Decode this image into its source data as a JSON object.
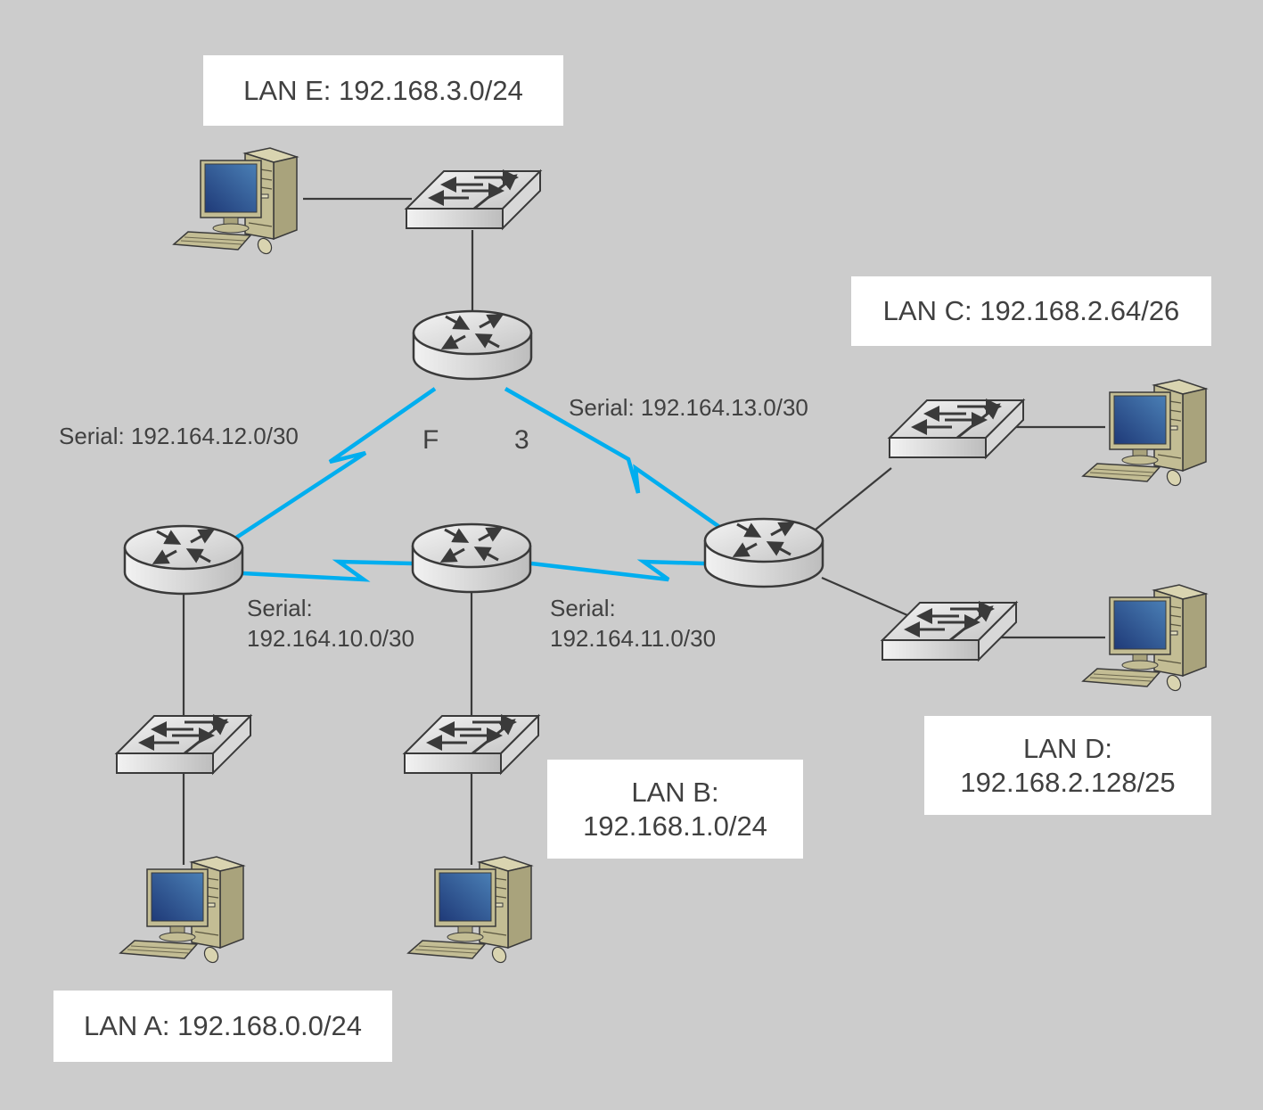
{
  "title": "Network topology diagram",
  "colors": {
    "background": "#cccccc",
    "serial_link": "#00aeef",
    "ethernet_link": "#3a3a3a",
    "text": "#404040",
    "label_box": "#ffffff"
  },
  "lans": [
    {
      "id": "A",
      "lines": [
        "LAN A: 192.168.0.0/24"
      ]
    },
    {
      "id": "B",
      "lines": [
        "LAN B:",
        "192.168.1.0/24"
      ]
    },
    {
      "id": "C",
      "lines": [
        "LAN C: 192.168.2.64/26"
      ]
    },
    {
      "id": "D",
      "lines": [
        "LAN D:",
        "192.168.2.128/25"
      ]
    },
    {
      "id": "E",
      "lines": [
        "LAN E: 192.168.3.0/24"
      ]
    }
  ],
  "serial_links": [
    {
      "between": [
        "R-left",
        "R-top"
      ],
      "lines": [
        "Serial: 192.164.12.0/30"
      ]
    },
    {
      "between": [
        "R-top",
        "R-right"
      ],
      "lines": [
        "Serial: 192.164.13.0/30"
      ]
    },
    {
      "between": [
        "R-left",
        "R-middle"
      ],
      "lines": [
        "Serial:",
        "192.164.10.0/30"
      ]
    },
    {
      "between": [
        "R-middle",
        "R-right"
      ],
      "lines": [
        "Serial:",
        "192.164.11.0/30"
      ]
    }
  ],
  "router_labels": [
    "F",
    "3"
  ],
  "devices": {
    "routers": [
      "R-top",
      "R-left",
      "R-middle",
      "R-right"
    ],
    "switches": [
      "SW-E",
      "SW-A",
      "SW-B",
      "SW-C",
      "SW-D"
    ],
    "pcs": [
      "PC-E",
      "PC-A",
      "PC-B",
      "PC-C",
      "PC-D"
    ]
  }
}
